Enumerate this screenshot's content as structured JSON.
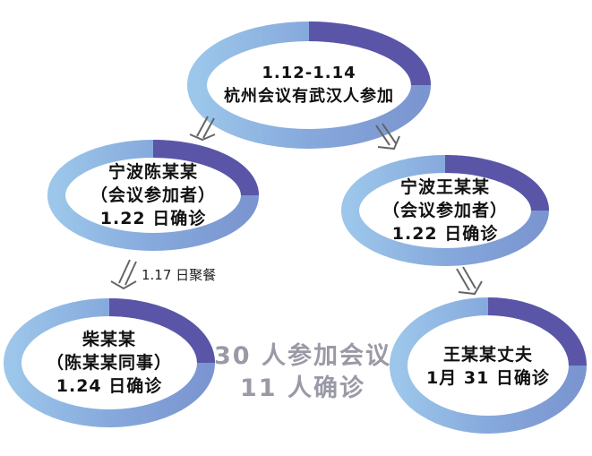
{
  "colors": {
    "ring_light": "#9cc6ea",
    "ring_mid": "#7b95d0",
    "ring_dark": "#5b55a8",
    "arrow": "#666666",
    "summary_text": "#9a9aa6"
  },
  "nodes": {
    "hangzhou": {
      "line1": "1.12-1.14",
      "line2": "杭州会议有武汉人参加"
    },
    "chen": {
      "line1": "宁波陈某某",
      "line2": "（会议参加者）",
      "line3": "1.22 日确诊"
    },
    "wang": {
      "line1": "宁波王某某",
      "line2": "（会议参加者）",
      "line3": "1.22 日确诊"
    },
    "chai": {
      "line1": "柴某某",
      "line2": "（陈某某同事）",
      "line3": "1.24 日确诊"
    },
    "husband": {
      "line1": "王某某丈夫",
      "line2": "1月 31 日确诊"
    }
  },
  "edge_notes": {
    "chen_to_chai": "1.17 日聚餐"
  },
  "summary": {
    "line1": "30 人参加会议",
    "line2": "11 人确诊"
  },
  "icons": {
    "arrow": "double-down-arrow"
  }
}
